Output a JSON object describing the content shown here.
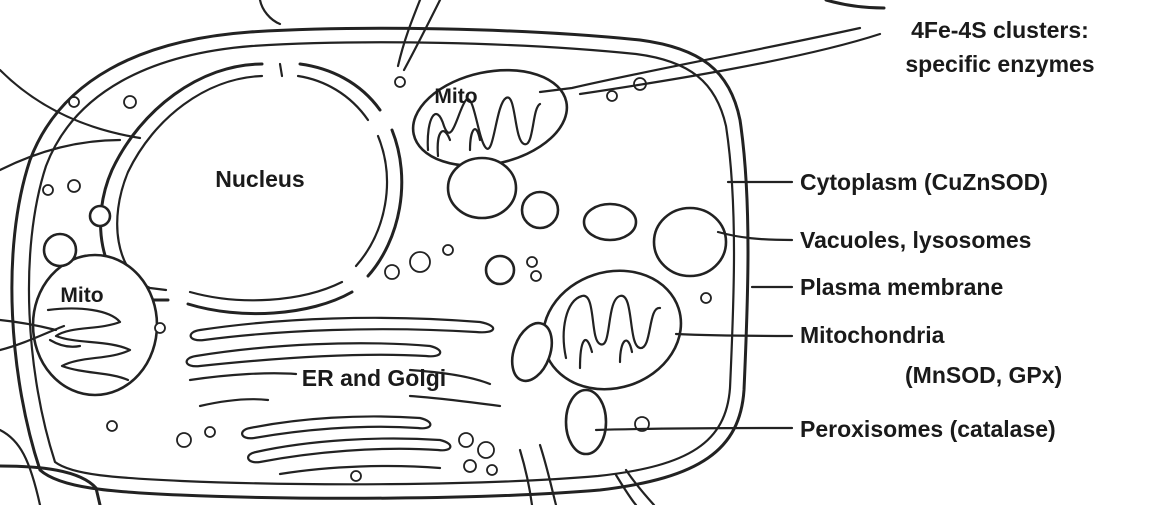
{
  "diagram": {
    "labels": {
      "fe_s_line1": "4Fe-4S clusters:",
      "fe_s_line2": "specific enzymes",
      "cytoplasm": "Cytoplasm (CuZnSOD)",
      "vacuoles": "Vacuoles, lysosomes",
      "plasma_membrane": "Plasma membrane",
      "mitochondria_line1": "Mitochondria",
      "mitochondria_line2": "(MnSOD, GPx)",
      "peroxisomes": "Peroxisomes (catalase)",
      "nucleus": "Nucleus",
      "mito_top": "Mito",
      "mito_left": "Mito",
      "er_golgi": "ER and Golgi"
    },
    "line_color": "#222222",
    "text_color": "#1a1a1a",
    "background": "#ffffff"
  }
}
